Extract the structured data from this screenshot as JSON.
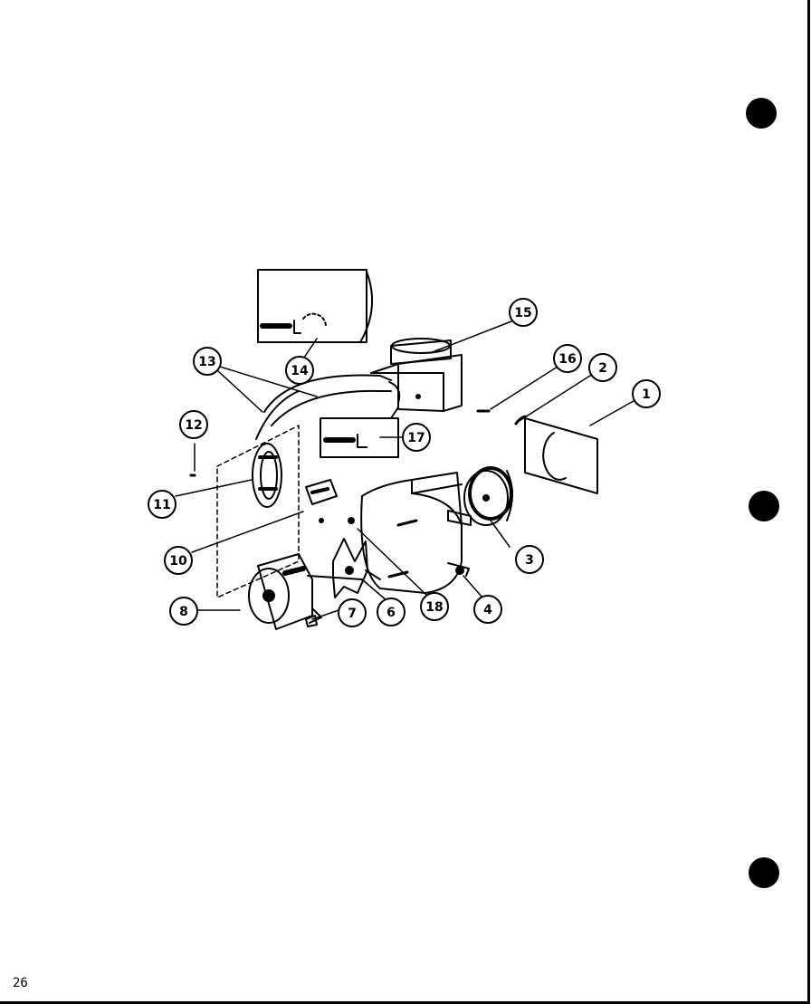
{
  "page_number": "26",
  "callouts": [
    {
      "id": "c1",
      "label": "1"
    },
    {
      "id": "c2",
      "label": "2"
    },
    {
      "id": "c3",
      "label": "3"
    },
    {
      "id": "c4",
      "label": "4"
    },
    {
      "id": "c6",
      "label": "6"
    },
    {
      "id": "c7",
      "label": "7"
    },
    {
      "id": "c8",
      "label": "8"
    },
    {
      "id": "c10",
      "label": "10"
    },
    {
      "id": "c11",
      "label": "11"
    },
    {
      "id": "c12",
      "label": "12"
    },
    {
      "id": "c13",
      "label": "13"
    },
    {
      "id": "c14",
      "label": "14"
    },
    {
      "id": "c15",
      "label": "15"
    },
    {
      "id": "c16",
      "label": "16"
    },
    {
      "id": "c17",
      "label": "17"
    },
    {
      "id": "c18",
      "label": "18"
    }
  ],
  "colors": {
    "ink": "#000000",
    "paper": "#ffffff"
  }
}
